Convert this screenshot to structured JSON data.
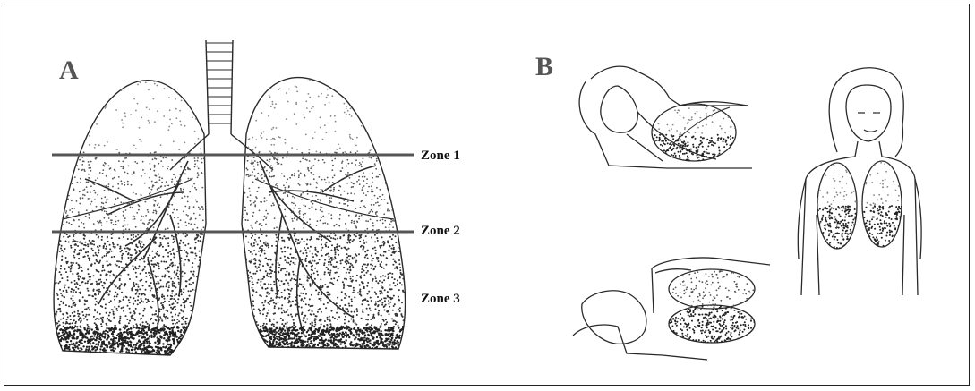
{
  "panel_a": {
    "label": "A",
    "zones": [
      {
        "label": "Zone 1"
      },
      {
        "label": "Zone 2"
      },
      {
        "label": "Zone 3"
      }
    ]
  },
  "panel_b": {
    "label": "B"
  },
  "colors": {
    "ink": "#2a2a2a",
    "stipple_light": "#888888",
    "stipple_dark": "#222222",
    "zone_line": "#555555"
  }
}
